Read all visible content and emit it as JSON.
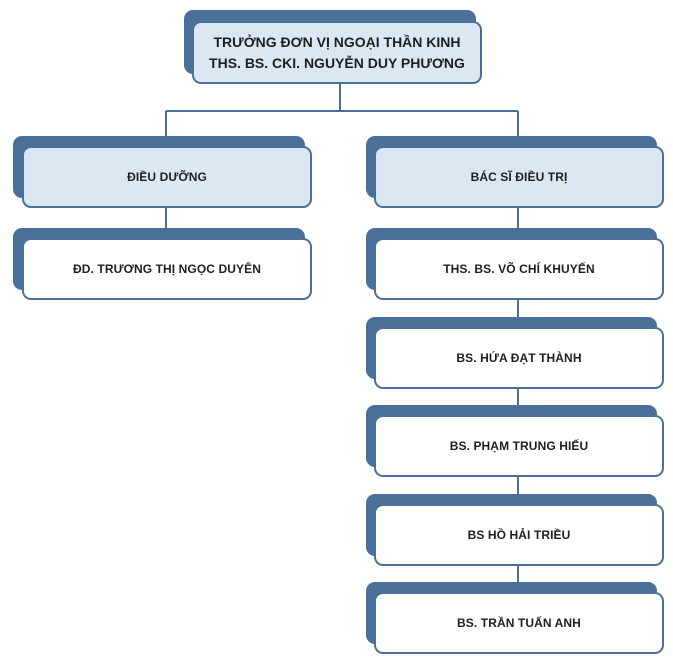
{
  "root": {
    "line1": "TRƯỞNG ĐƠN VỊ NGOẠI THẦN KINH",
    "line2": "THS. BS. CKI. NGUYỄN DUY PHƯƠNG"
  },
  "branches": {
    "nursing": {
      "title": "ĐIỀU DƯỠNG",
      "members": [
        "ĐD. TRƯƠNG THỊ NGỌC DUYÊN"
      ]
    },
    "doctors": {
      "title": "BÁC SĨ ĐIỀU TRỊ",
      "members": [
        "THS. BS. VÕ CHÍ KHUYẾN",
        "BS. HỨA ĐẠT THÀNH",
        "BS. PHẠM TRUNG HIẾU",
        "BS HỒ HẢI TRIỀU",
        "BS. TRẦN TUẤN ANH"
      ]
    }
  },
  "colors": {
    "border": "#4a6f98",
    "tinted_fill": "#dbe8f4",
    "plain_fill": "#ffffff",
    "text": "#1f1f1f"
  }
}
